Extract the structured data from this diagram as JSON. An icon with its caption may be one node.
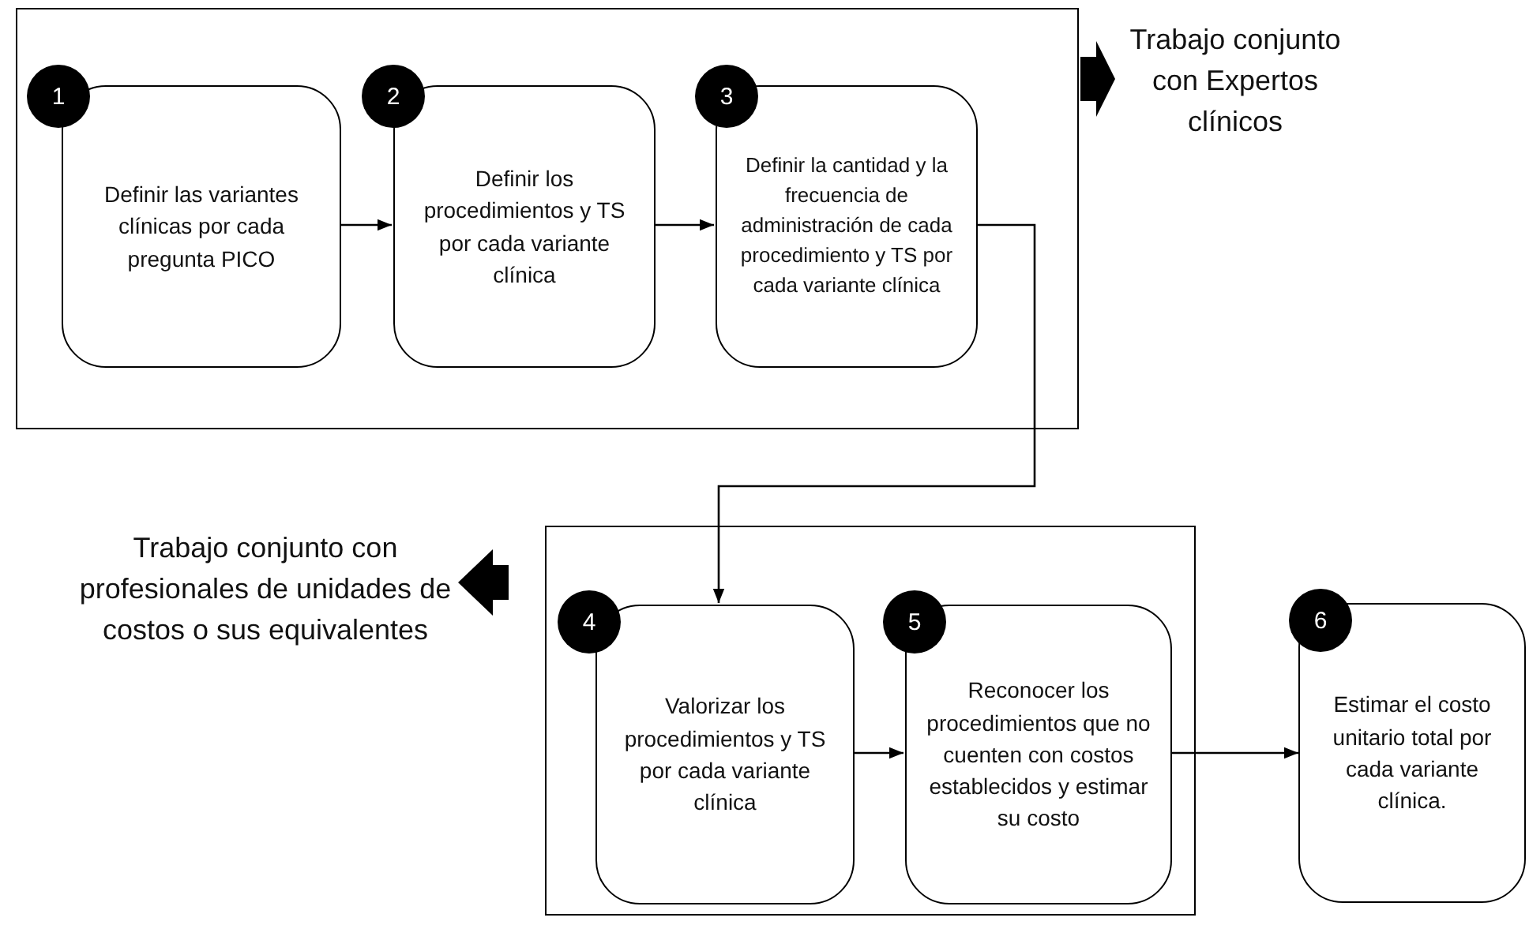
{
  "diagram": {
    "nodes": [
      {
        "text": [],
        "shape": "box"
      },
      {
        "text": [
          "1"
        ],
        "in": 0
      },
      {
        "text": [
          "Definir las variantes clínicas por cada pregunta PICO"
        ],
        "in": 0
      },
      {
        "text": [
          "2"
        ],
        "in": 0
      },
      {
        "text": [
          "Definir los procedimientos y TS por cada variante clínica"
        ],
        "in": 0
      },
      {
        "text": [
          "3"
        ],
        "in": 0
      },
      {
        "text": [
          "Definir la cantidad y la frecuencia de administración de cada procedimiento y TS por cada variante clínica"
        ],
        "in": 0
      },
      {
        "text": [],
        "shape": "box"
      },
      {
        "text": [
          "4"
        ],
        "in": 7
      },
      {
        "text": [
          "Valorizar los procedimientos y TS por cada variante clínica"
        ],
        "in": 7
      },
      {
        "text": [
          "5"
        ],
        "in": 7
      },
      {
        "text": [
          "Reconocer los procedimientos que no cuenten con costos establecidos y estimar su costo"
        ],
        "in": 7
      },
      {
        "text": [
          "6"
        ]
      },
      {
        "text": [
          "Estimar el costo unitario total por cada variante clínica."
        ]
      }
    ],
    "edges": [
      {
        "from": 2,
        "to": 4,
        "arrow": "to"
      },
      {
        "from": 4,
        "to": 6,
        "arrow": "to"
      },
      {
        "from": 6,
        "to": 9,
        "arrow": "to"
      },
      {
        "from": 9,
        "to": 11,
        "arrow": "to"
      },
      {
        "from": 11,
        "to": 13,
        "arrow": "to"
      }
    ],
    "labels": [
      "Trabajo conjunto con Expertos clínicos",
      "Trabajo conjunto con profesionales de unidades de costos o sus equivalentes"
    ]
  }
}
